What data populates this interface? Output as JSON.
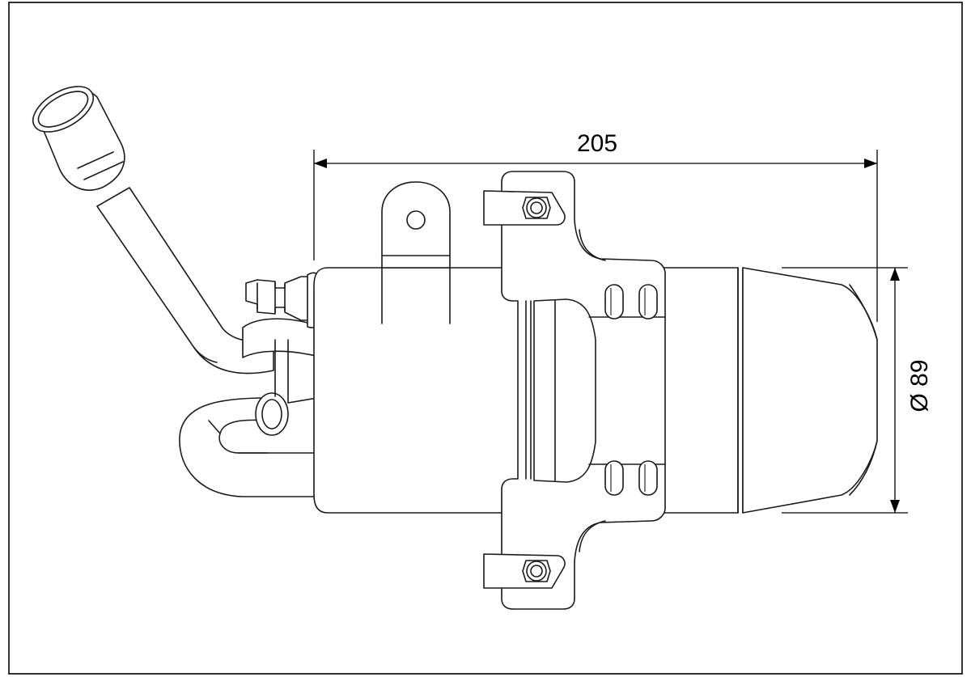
{
  "drawing": {
    "subject": "receiver-drier",
    "dimensions": {
      "length": {
        "value": "205"
      },
      "diameter": {
        "value": "Ø 89"
      }
    },
    "colors": {
      "line": "#1a1a1a",
      "background": "#ffffff"
    }
  }
}
